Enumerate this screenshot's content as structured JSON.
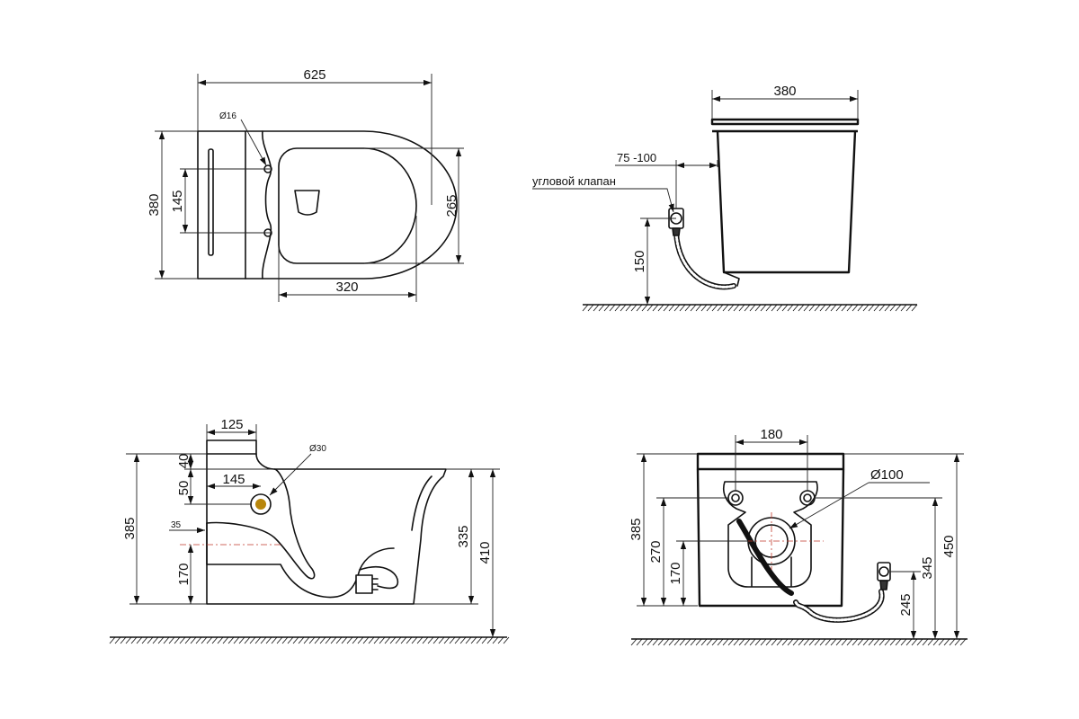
{
  "views": {
    "top": {
      "width": "625",
      "depth": "380",
      "mount_spacing": "145",
      "seat_width": "265",
      "seat_length": "320",
      "bolt_dia": "Ø16"
    },
    "front": {
      "width": "380",
      "valve_offset": "75 -100",
      "valve_label": "угловой клапан",
      "valve_height": "150"
    },
    "side": {
      "top_offset": "125",
      "top_rim": "40",
      "inlet_drop": "50",
      "inlet_offset": "145",
      "inlet_dia": "Ø30",
      "outlet_offset": "35",
      "total_height_left": "385",
      "outlet_height": "170",
      "rim_height": "335",
      "total_height": "410"
    },
    "back": {
      "bolt_spacing": "180",
      "outlet_dia": "Ø100",
      "total_height_left": "385",
      "bolt_height": "270",
      "outlet_height": "170",
      "valve_height": "245",
      "bolt_height_right": "345",
      "total_height": "450"
    }
  }
}
